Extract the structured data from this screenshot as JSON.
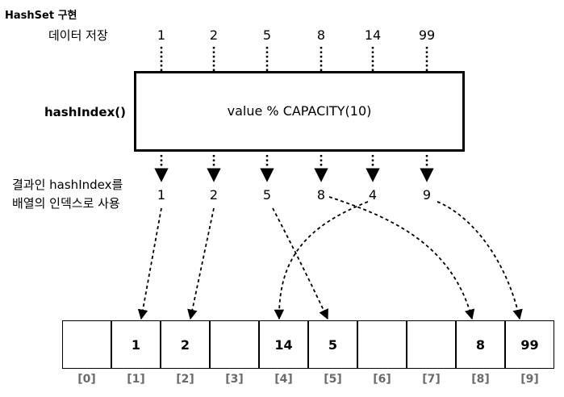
{
  "title": "HashSet 구현",
  "labels": {
    "store": "데이터 저장",
    "hash_fn": "hashIndex()",
    "result_line1": "결과인 hashIndex를",
    "result_line2": "배열의 인덱스로 사용"
  },
  "formula": "value % CAPACITY(10)",
  "inputs": [
    "1",
    "2",
    "5",
    "8",
    "14",
    "99"
  ],
  "hash_indexes": [
    "1",
    "2",
    "5",
    "8",
    "4",
    "9"
  ],
  "array": {
    "cells": [
      "",
      "1",
      "2",
      "",
      "14",
      "5",
      "",
      "",
      "8",
      "99"
    ],
    "indexes": [
      "[0]",
      "[1]",
      "[2]",
      "[3]",
      "[4]",
      "[5]",
      "[6]",
      "[7]",
      "[8]",
      "[9]"
    ]
  }
}
